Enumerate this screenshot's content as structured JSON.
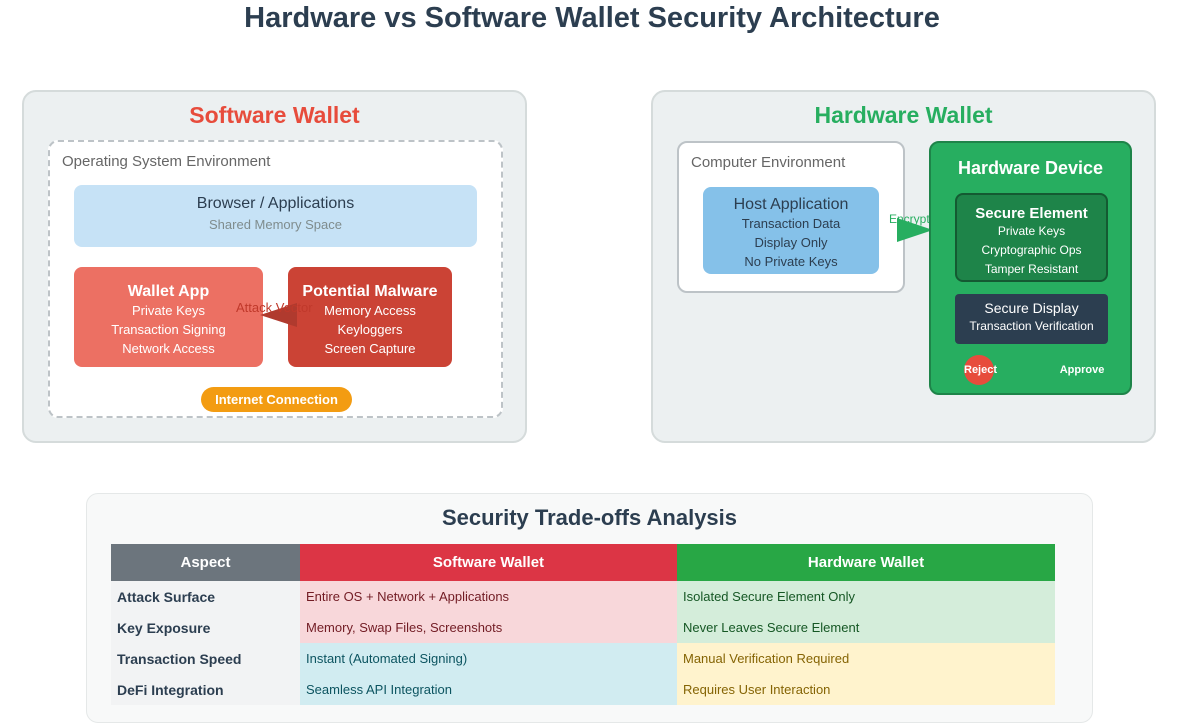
{
  "title": "Hardware vs Software Wallet Security Architecture",
  "software": {
    "title": "Software Wallet",
    "env_label": "Operating System Environment",
    "browser": {
      "title": "Browser / Applications",
      "sub": "Shared Memory Space"
    },
    "wallet_app": {
      "title": "Wallet App",
      "lines": [
        "Private Keys",
        "Transaction Signing",
        "Network Access"
      ]
    },
    "malware": {
      "title": "Potential Malware",
      "lines": [
        "Memory Access",
        "Keyloggers",
        "Screen Capture"
      ]
    },
    "attack_label": "Attack Vector",
    "internet": "Internet Connection"
  },
  "hardware": {
    "title": "Hardware Wallet",
    "env_label": "Computer Environment",
    "host": {
      "title": "Host Application",
      "lines": [
        "Transaction Data",
        "Display Only",
        "No Private Keys"
      ]
    },
    "encrypted_label": "Encrypted",
    "device_title": "Hardware Device",
    "secure_element": {
      "title": "Secure Element",
      "lines": [
        "Private Keys",
        "Cryptographic Ops",
        "Tamper Resistant"
      ]
    },
    "secure_display": {
      "title": "Secure Display",
      "sub": "Transaction Verification"
    },
    "reject": "Reject",
    "approve": "Approve"
  },
  "tradeoffs": {
    "title": "Security Trade-offs Analysis",
    "headers": [
      "Aspect",
      "Software Wallet",
      "Hardware Wallet"
    ],
    "rows": [
      [
        "Attack Surface",
        "Entire OS + Network + Applications",
        "Isolated Secure Element Only"
      ],
      [
        "Key Exposure",
        "Memory, Swap Files, Screenshots",
        "Never Leaves Secure Element"
      ],
      [
        "Transaction Speed",
        "Instant (Automated Signing)",
        "Manual Verification Required"
      ],
      [
        "DeFi Integration",
        "Seamless API Integration",
        "Requires User Interaction"
      ]
    ]
  },
  "colors": {
    "red": "#e74c3c",
    "green": "#27ae60",
    "dark_red": "#c0392b",
    "orange": "#f39c12"
  }
}
